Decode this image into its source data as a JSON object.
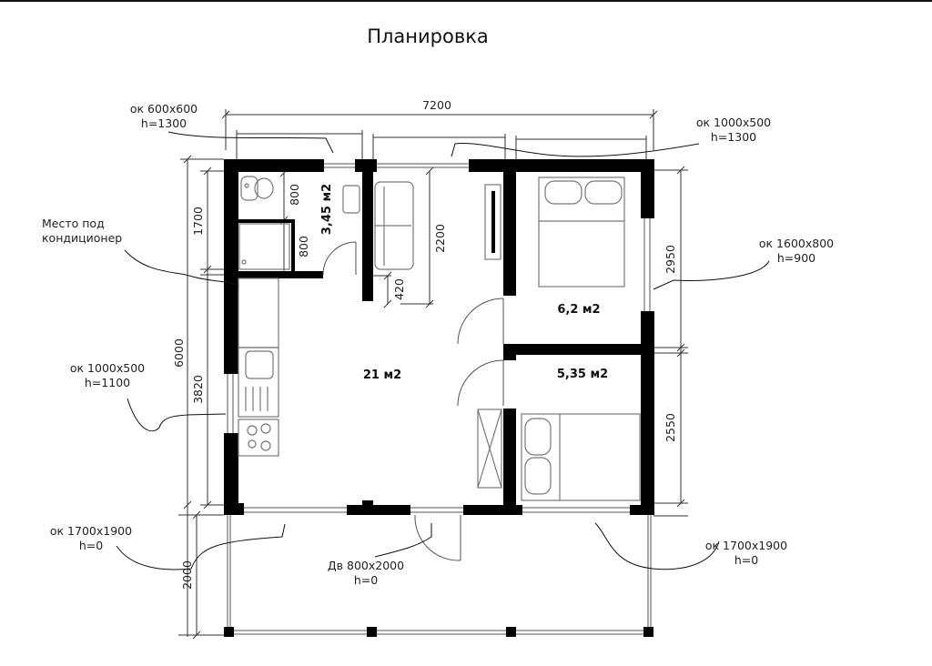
{
  "title": "Планировка",
  "dimensions": {
    "total_width": "7200",
    "total_depth": "6000",
    "bathroom_depth": "1700",
    "kitchen_wall": "3820",
    "terrace_depth": "2000",
    "living_niche": "2200",
    "sofa_offset": "420",
    "wc_zone": "800",
    "shower_zone": "800",
    "bedroom1_depth": "2950",
    "bedroom2_depth": "2550"
  },
  "rooms": {
    "bathroom": "3,45 м2",
    "living": "21 м2",
    "bedroom1": "6,2 м2",
    "bedroom2": "5,35 м2"
  },
  "annotations": {
    "window_bath": {
      "line1": "ок 600х600",
      "line2": "h=1300"
    },
    "window_living_top": {
      "line1": "ок 1000х500",
      "line2": "h=1300"
    },
    "ac_place": {
      "line1": "Место под",
      "line2": "кондиционер"
    },
    "window_bedroom1": {
      "line1": "ок 1600х800",
      "line2": "h=900"
    },
    "window_kitchen": {
      "line1": "ок 1000х500",
      "line2": "h=1100"
    },
    "window_terrace_left": {
      "line1": "ок 1700х1900",
      "line2": "h=0"
    },
    "door_entry": {
      "line1": "Дв 800х2000",
      "line2": "h=0"
    },
    "window_terrace_right": {
      "line1": "ок 1700х1900",
      "line2": "h=0"
    }
  }
}
